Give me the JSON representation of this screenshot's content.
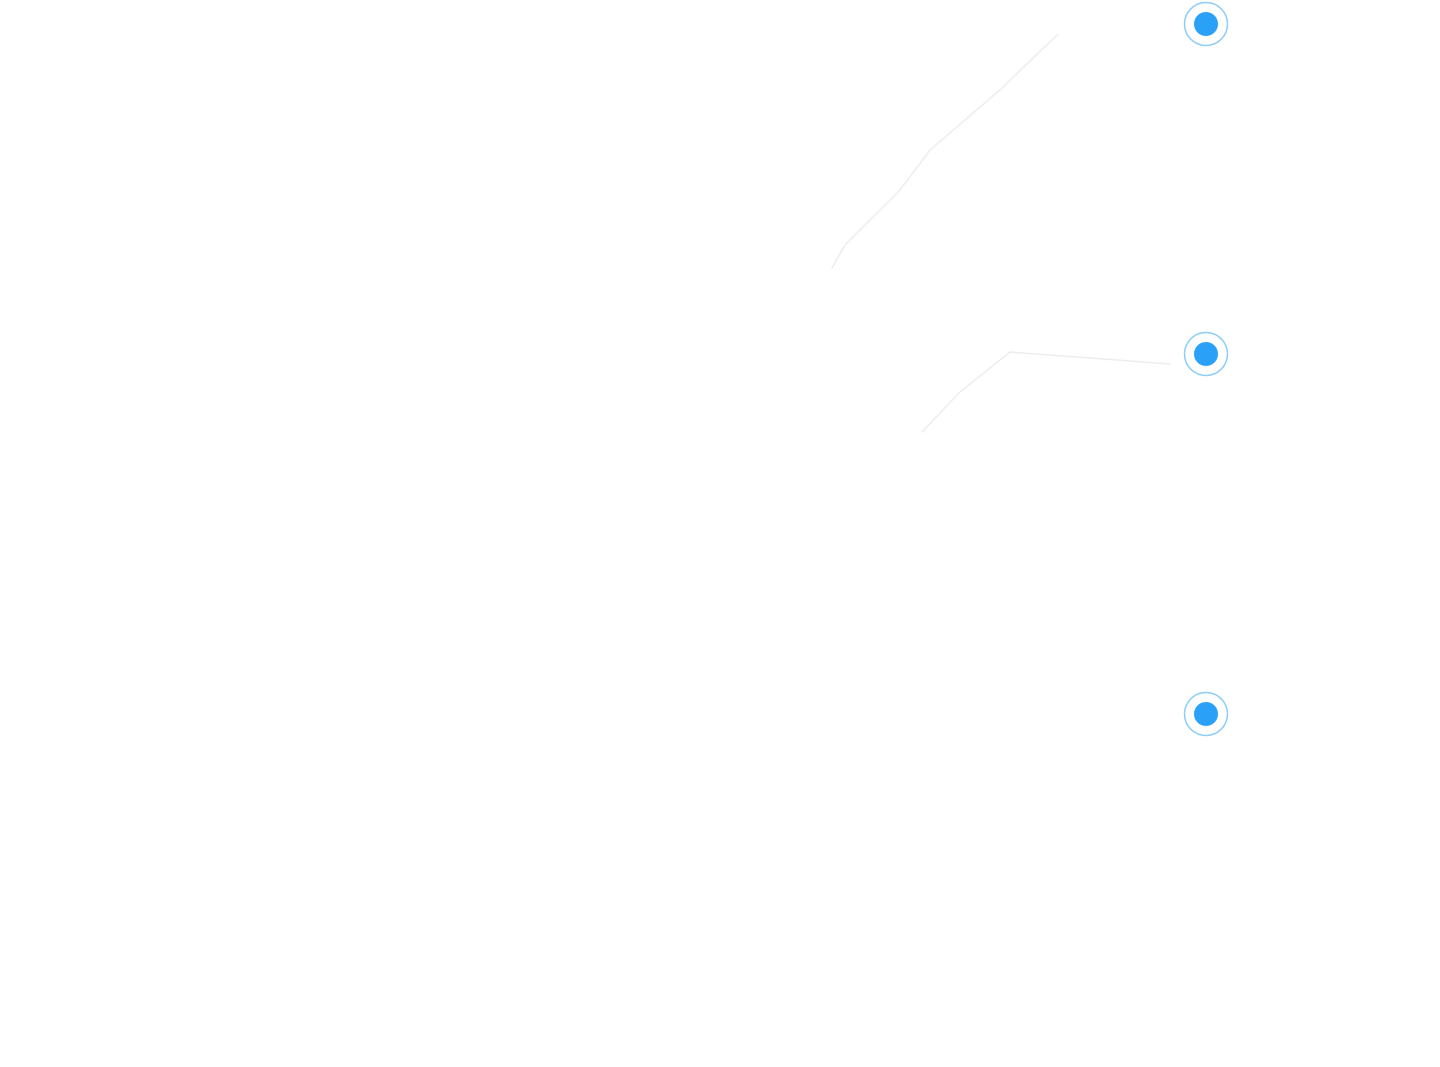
{
  "colors": {
    "background": "#ffffff",
    "marker_fill": "#2aa1f6",
    "marker_ring": "#8ecdf8",
    "connector_line": "#ededed"
  },
  "markers": [
    {
      "name": "hotspot-marker-1",
      "icon": "radio-dot-icon"
    },
    {
      "name": "hotspot-marker-2",
      "icon": "radio-dot-icon"
    },
    {
      "name": "hotspot-marker-3",
      "icon": "radio-dot-icon"
    }
  ]
}
